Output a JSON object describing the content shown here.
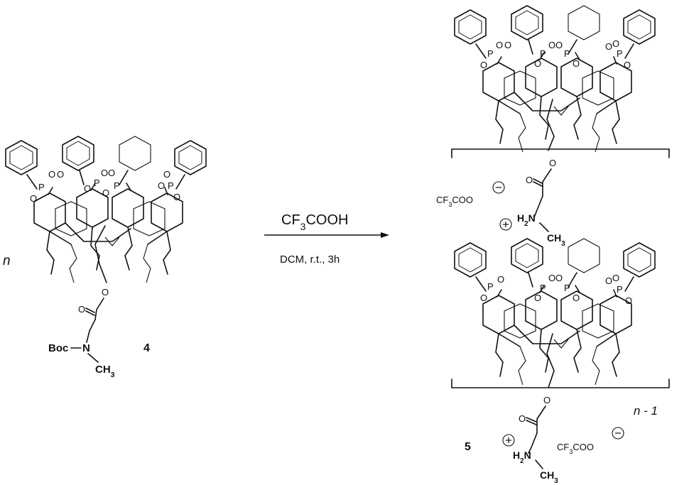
{
  "reactant": {
    "multiplier": "n",
    "number": "4",
    "protecting_group": "Boc",
    "amine_atom": "N",
    "methyl": "CH3"
  },
  "arrow": {
    "reagent": "CF3COOH",
    "conditions": "DCM, r.t., 3h"
  },
  "product": {
    "number": "5",
    "repeat_subscript": "n - 1",
    "counterion": "CF3COO",
    "amine": "H2N",
    "methyl": "CH3",
    "anion_sign": "−",
    "cation_sign": "+"
  },
  "atoms": {
    "phosphorus": "P",
    "oxygen": "O"
  }
}
